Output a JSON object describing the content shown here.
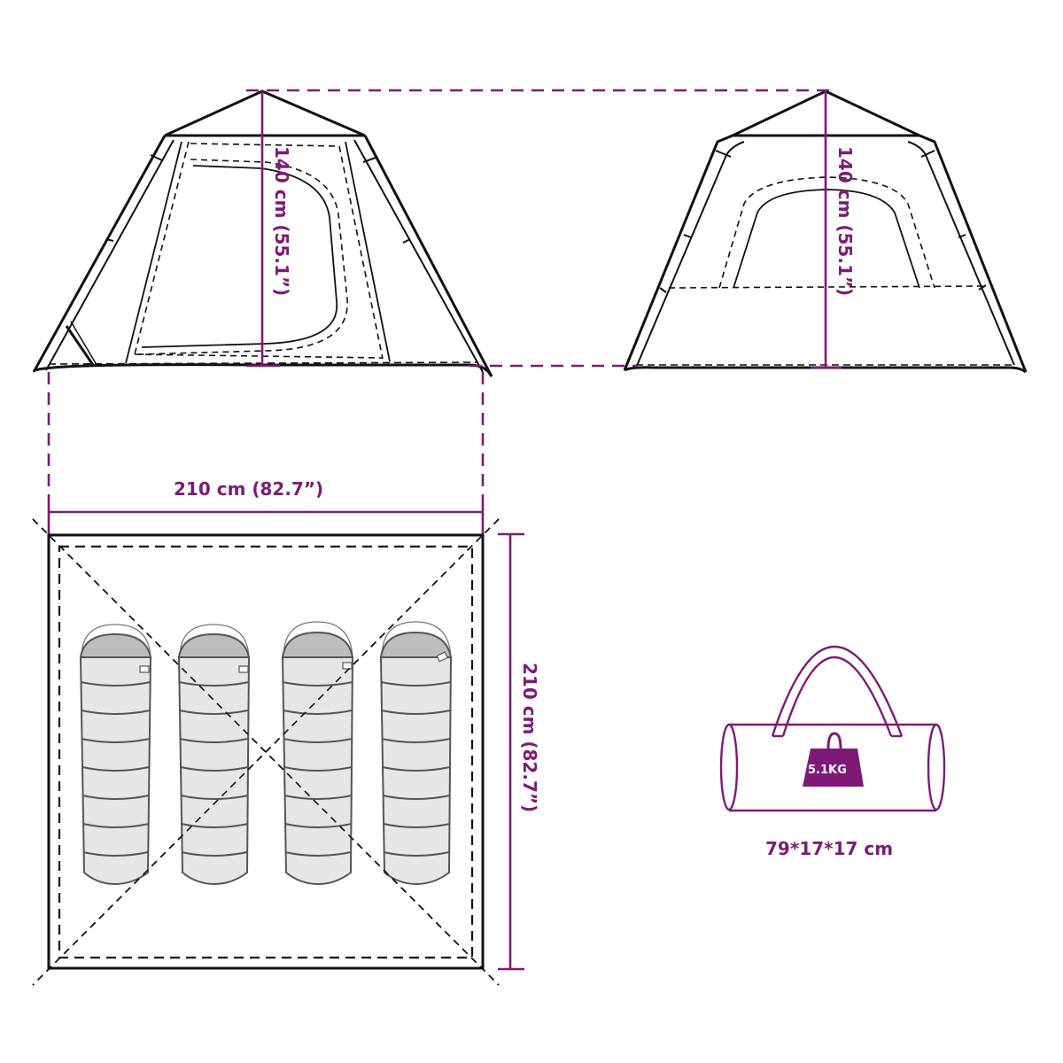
{
  "diagram": {
    "title": "Tent dimensions diagram",
    "accent_color": "#7d1a78",
    "line_color": "#111111",
    "side_view": {
      "height_label": "140 cm (55.1”)",
      "width_label": "210 cm (82.7”)"
    },
    "front_view": {
      "height_label": "140 cm (55.1”)"
    },
    "floor_plan": {
      "width_label": "210 cm (82.7”)",
      "depth_label": "210 cm (82.7”)",
      "sleeping_bags": 4
    },
    "carry_bag": {
      "weight_label": "5.1KG",
      "size_label": "79*17*17 cm"
    }
  }
}
